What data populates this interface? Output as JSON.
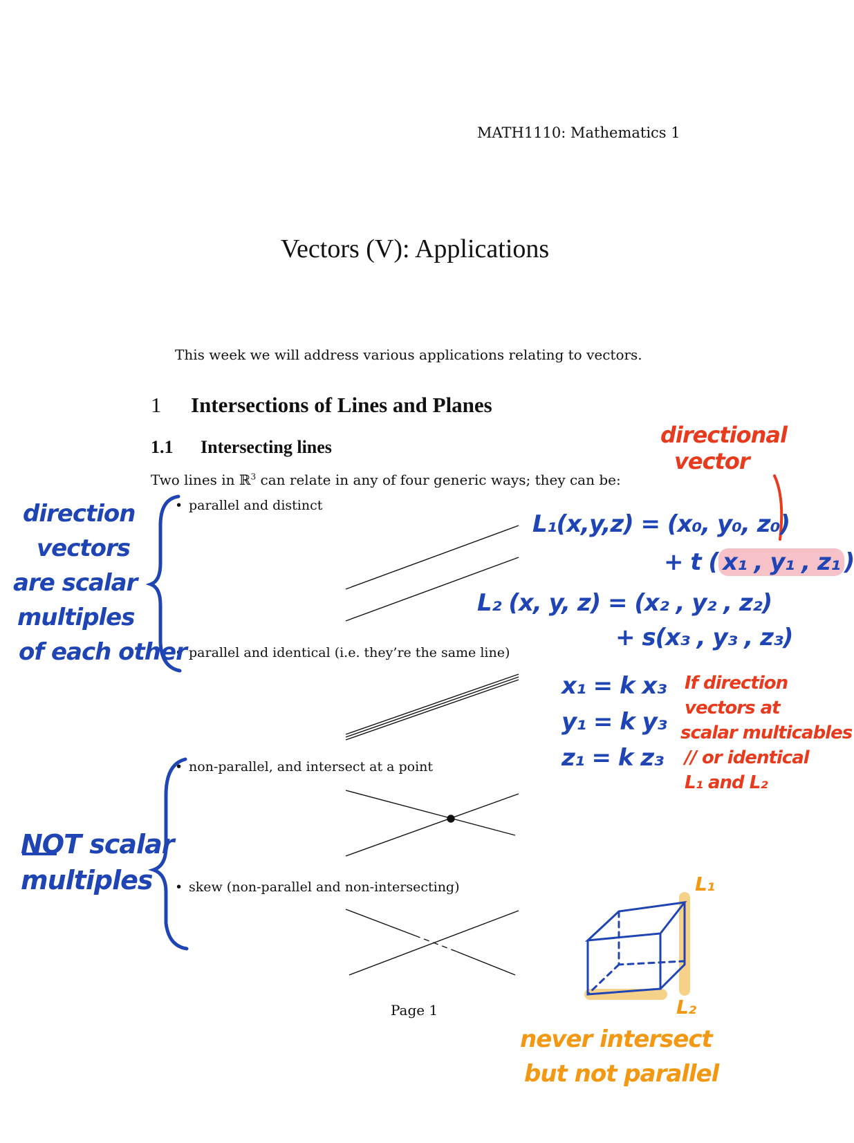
{
  "header": "MATH1110: Mathematics 1",
  "title": "Vectors (V): Applications",
  "intro": "This week we will address various applications relating to vectors.",
  "section": {
    "number": "1",
    "title": "Intersections of Lines and Planes"
  },
  "subsection": {
    "number": "1.1",
    "title": "Intersecting lines"
  },
  "paragraph": {
    "before": "Two lines in ",
    "space": "ℝ",
    "exp": "3",
    "after": " can relate in any of four generic ways; they can be:"
  },
  "bullets": [
    "parallel and distinct",
    "parallel and identical (i.e. they’re the same line)",
    "non-parallel, and intersect at a point",
    "skew (non-parallel and non-intersecting)"
  ],
  "page_number": "Page 1",
  "annotations": {
    "left_top": [
      "direction",
      "vectors",
      "are scalar",
      "multiples",
      "of each other"
    ],
    "left_bottom": [
      "NOT scalar",
      "multiples"
    ],
    "directional_vector": [
      "directional",
      "vector"
    ],
    "l1_eq": "L₁(x,y,z) = (x₀, y₀, z₀)",
    "l1_t_prefix": "+ t (",
    "l1_t_vec": "x₁ , y₁ , z₁",
    "l1_t_suffix": ")",
    "l2_eq": "L₂ (x, y, z) = (x₂ , y₂ , z₂)",
    "l2_s": "+ s(x₃ , y₃ , z₃)",
    "conditions": [
      "x₁ = k x₃",
      "y₁ = k y₃",
      "z₁ = k z₃"
    ],
    "if_note": [
      "If direction",
      "vectors at",
      "scalar multicables",
      "// or identical",
      "L₁ and L₂"
    ],
    "cube_l1": "L₁",
    "cube_l2": "L₂",
    "skew_note": [
      "never intersect",
      "but not parallel"
    ]
  },
  "colors": {
    "blue_ink": "#1f45b5",
    "red_ink": "#e83a1d",
    "orange_ink": "#f29812",
    "pink_highlight": "#eb7882"
  }
}
